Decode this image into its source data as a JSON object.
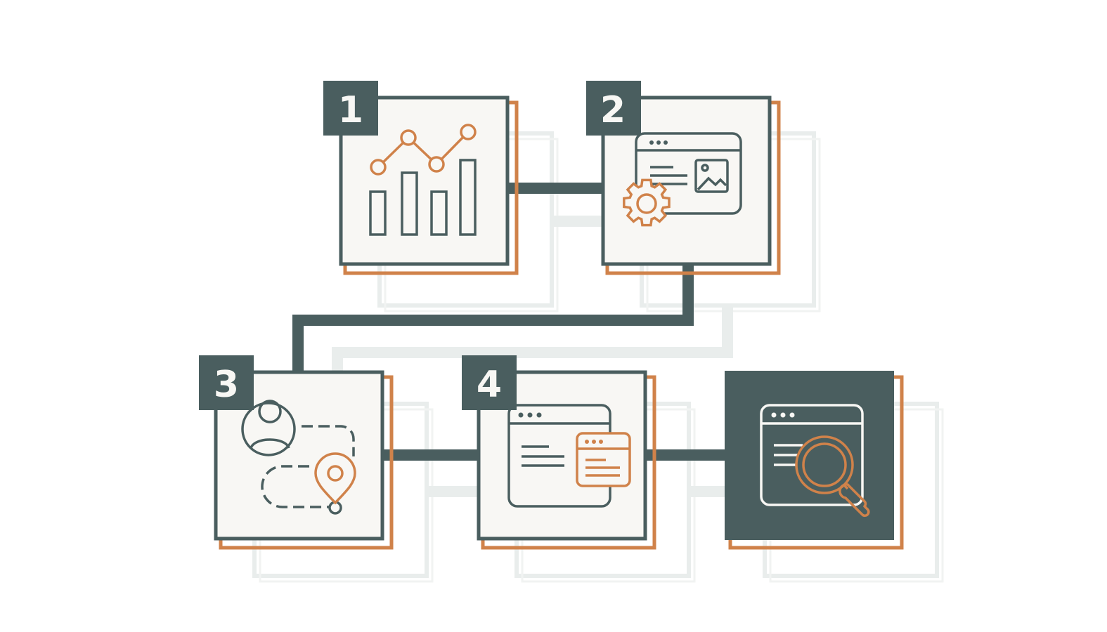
{
  "colors": {
    "background": "#ffffff",
    "dark": "#4a5e5f",
    "orange": "#d0824a",
    "card": "#f8f7f4",
    "ghost": "#e9edec",
    "ghost_light": "#f1f3f2"
  },
  "steps": [
    {
      "number": "1",
      "icon": "analytics-chart-icon"
    },
    {
      "number": "2",
      "icon": "web-settings-icon"
    },
    {
      "number": "3",
      "icon": "user-journey-icon"
    },
    {
      "number": "4",
      "icon": "browser-windows-icon"
    }
  ],
  "final_step": {
    "icon": "web-search-icon"
  }
}
